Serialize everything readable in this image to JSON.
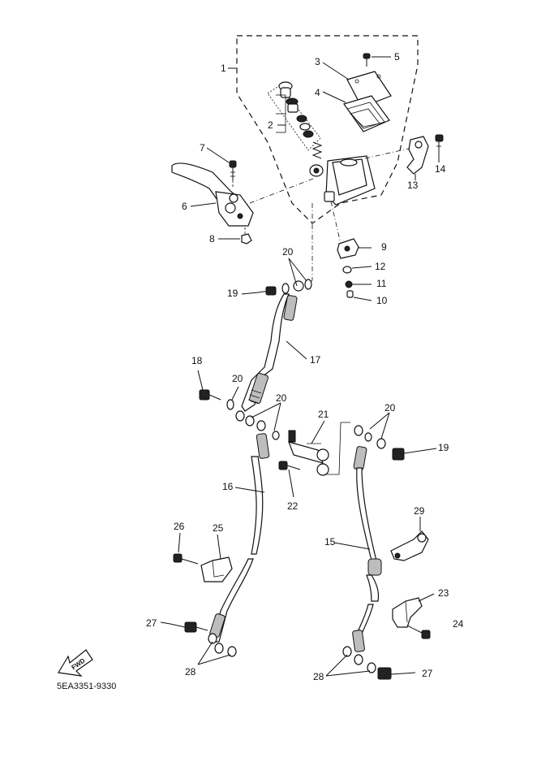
{
  "diagram_code": "5EA3351-9330",
  "fwd_label": "FWD",
  "callouts": {
    "c1": "1",
    "c2": "2",
    "c3": "3",
    "c4": "4",
    "c5": "5",
    "c6": "6",
    "c7": "7",
    "c8": "8",
    "c9": "9",
    "c10": "10",
    "c11": "11",
    "c12": "12",
    "c13": "13",
    "c14": "14",
    "c15": "15",
    "c16": "16",
    "c17": "17",
    "c18": "18",
    "c19a": "19",
    "c19b": "19",
    "c20a": "20",
    "c20b": "20",
    "c20c": "20",
    "c20d": "20",
    "c21": "21",
    "c22": "22",
    "c23": "23",
    "c24": "24",
    "c25": "25",
    "c26": "26",
    "c27a": "27",
    "c27b": "27",
    "c28a": "28",
    "c28b": "28",
    "c29": "29"
  }
}
